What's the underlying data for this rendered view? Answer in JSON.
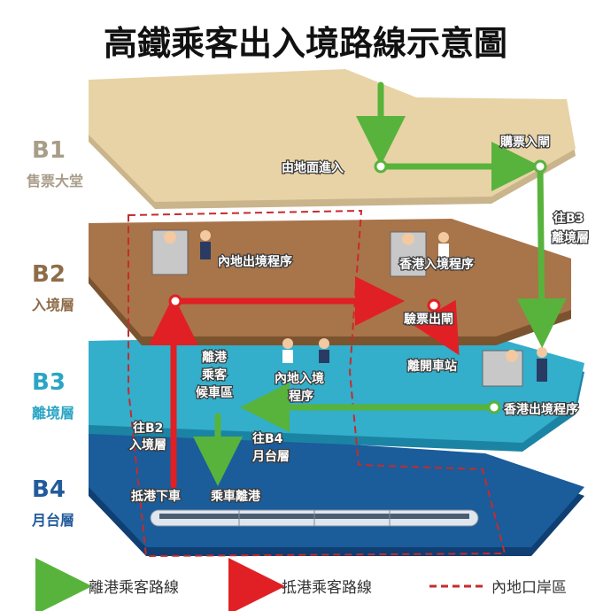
{
  "title": "高鐵乘客出入境路線示意圖",
  "levels": {
    "b1": {
      "code": "B1",
      "name": "售票大堂"
    },
    "b2": {
      "code": "B2",
      "name": "入境層"
    },
    "b3": {
      "code": "B3",
      "name": "離境層"
    },
    "b4": {
      "code": "B4",
      "name": "月台層"
    }
  },
  "labels": {
    "ground_entry": "由地面進入",
    "ticket_gate": "購票入閘",
    "to_b3_line1": "往B3",
    "to_b3_line2": "離境層",
    "mainland_exit": "內地出境程序",
    "hk_entry": "香港入境程序",
    "ticket_check_exit": "驗票出閘",
    "leave_station": "離開車站",
    "departure_waiting_1": "離港",
    "departure_waiting_2": "乘客",
    "departure_waiting_3": "候車區",
    "mainland_entry_1": "內地入境",
    "mainland_entry_2": "程序",
    "hk_exit": "香港出境程序",
    "to_b2_line1": "往B2",
    "to_b2_line2": "入境層",
    "to_b4_line1": "往B4",
    "to_b4_line2": "月台層",
    "arrive_alight": "抵港下車",
    "board_depart": "乘車離港"
  },
  "legend": {
    "departure": "離港乘客路線",
    "arrival": "抵港乘客路線",
    "port_area": "內地口岸區"
  },
  "colors": {
    "b1": "#e8d3a6",
    "b2": "#a8744a",
    "b3": "#33aecb",
    "b4": "#1b5c9a",
    "green": "#58b33c",
    "red": "#e02024",
    "level_b1": "#a89d88",
    "level_b2": "#8f6c49",
    "level_b3": "#2aa5c4",
    "level_b4": "#225b9b"
  }
}
